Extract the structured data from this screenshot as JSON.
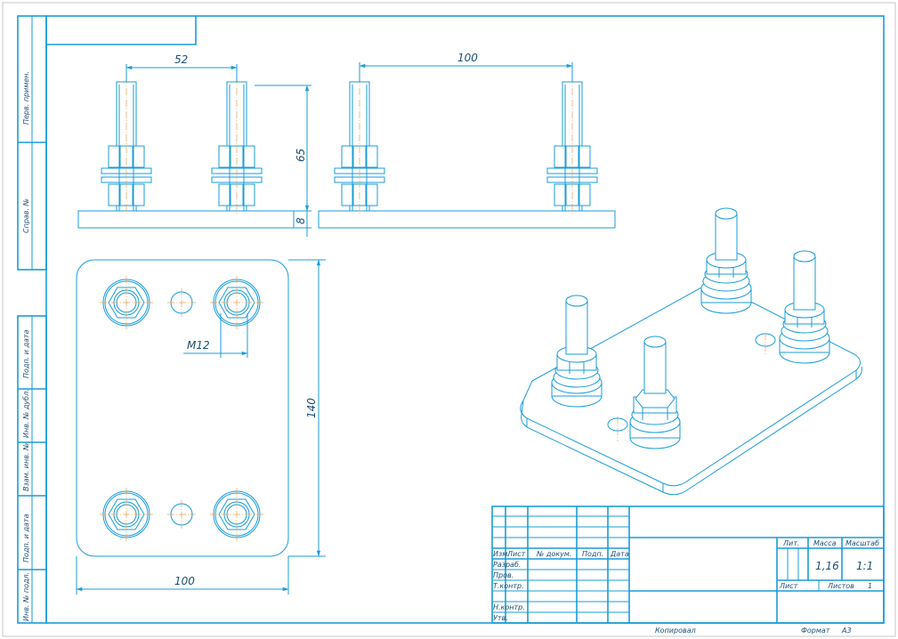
{
  "side_strip": {
    "perv_primen": "Перв. примен.",
    "sprav_no": "Справ. №",
    "podp_data_1": "Подп. и дата",
    "inv_dubl": "Инв. № дубл.",
    "vzam_inv": "Взам. инв. №",
    "podp_data_2": "Подп. и дата",
    "inv_podl": "Инв. № подл."
  },
  "dimensions": {
    "d52": "52",
    "d100_top": "100",
    "d65": "65",
    "d8": "8",
    "m12": "M12",
    "d140": "140",
    "d100_bottom": "100"
  },
  "title_block": {
    "headers": [
      "Изм.",
      "Лист",
      "№ докум.",
      "Подп.",
      "Дата"
    ],
    "rows": [
      "Разраб.",
      "Пров.",
      "Т.контр.",
      "",
      "Н.контр.",
      "Утв."
    ],
    "lit": "Лит.",
    "massa": "Масса",
    "masshtab": "Масштаб",
    "mass_value": "1,16",
    "scale_value": "1:1",
    "list": "Лист",
    "listov": "Листов",
    "listov_value": "1"
  },
  "footer": {
    "kopiroval": "Копировал",
    "format": "Формат",
    "format_value": "А3"
  }
}
